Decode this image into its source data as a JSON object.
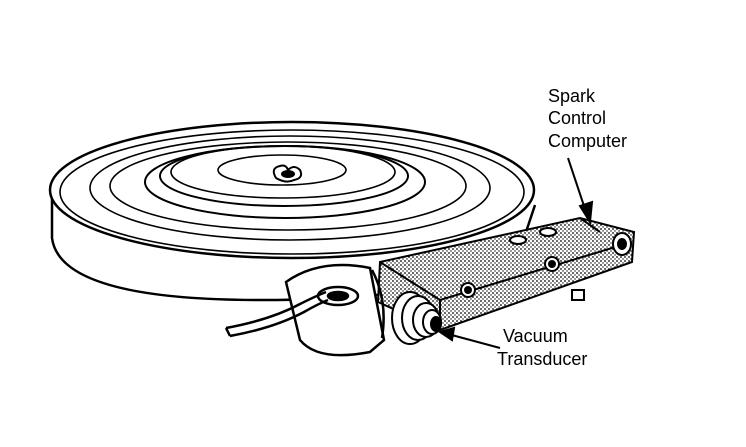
{
  "labels": {
    "spark_control_computer": [
      "Spark",
      "Control",
      "Computer"
    ],
    "vacuum_transducer": [
      "Vacuum",
      "Transducer"
    ]
  },
  "colors": {
    "ink": "#000000",
    "paper": "#ffffff",
    "stipple": "#9a9a9a"
  }
}
